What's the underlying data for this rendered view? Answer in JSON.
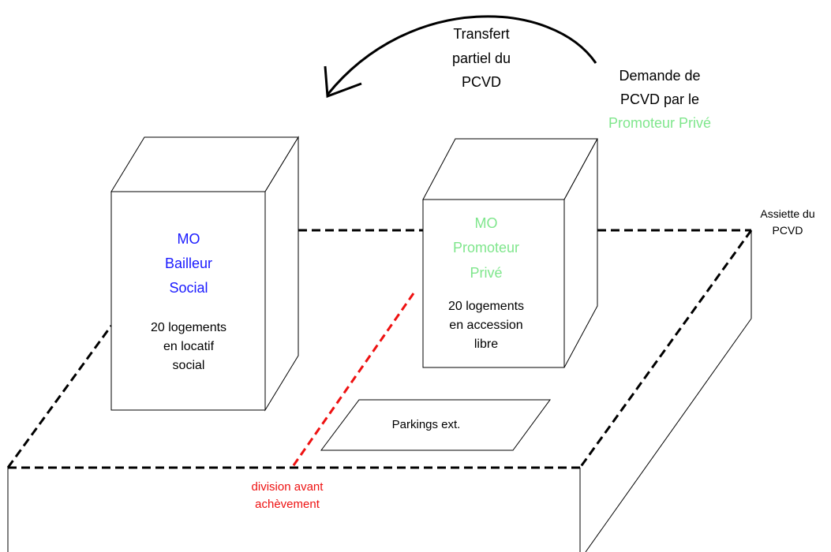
{
  "colors": {
    "black": "#000000",
    "blue": "#1a1aff",
    "green": "#7fe68c",
    "red": "#ee1111"
  },
  "arrow": {
    "label_lines": [
      "Transfert",
      "partiel du",
      "PCVD"
    ]
  },
  "request": {
    "lines": [
      "Demande de",
      "PCVD par le"
    ],
    "actor": "Promoteur Privé"
  },
  "plot": {
    "label_lines": [
      "Assiette du",
      "PCVD"
    ]
  },
  "building_social": {
    "owner_lines": [
      "MO",
      "Bailleur",
      "Social"
    ],
    "content_lines": [
      "20 logements",
      "en locatif",
      "social"
    ]
  },
  "building_private": {
    "owner_lines": [
      "MO",
      "Promoteur",
      "Privé"
    ],
    "content_lines": [
      "20 logements",
      "en accession",
      "libre"
    ]
  },
  "parking": {
    "label": "Parkings ext."
  },
  "division": {
    "label_lines": [
      "division avant",
      "achèvement"
    ]
  }
}
